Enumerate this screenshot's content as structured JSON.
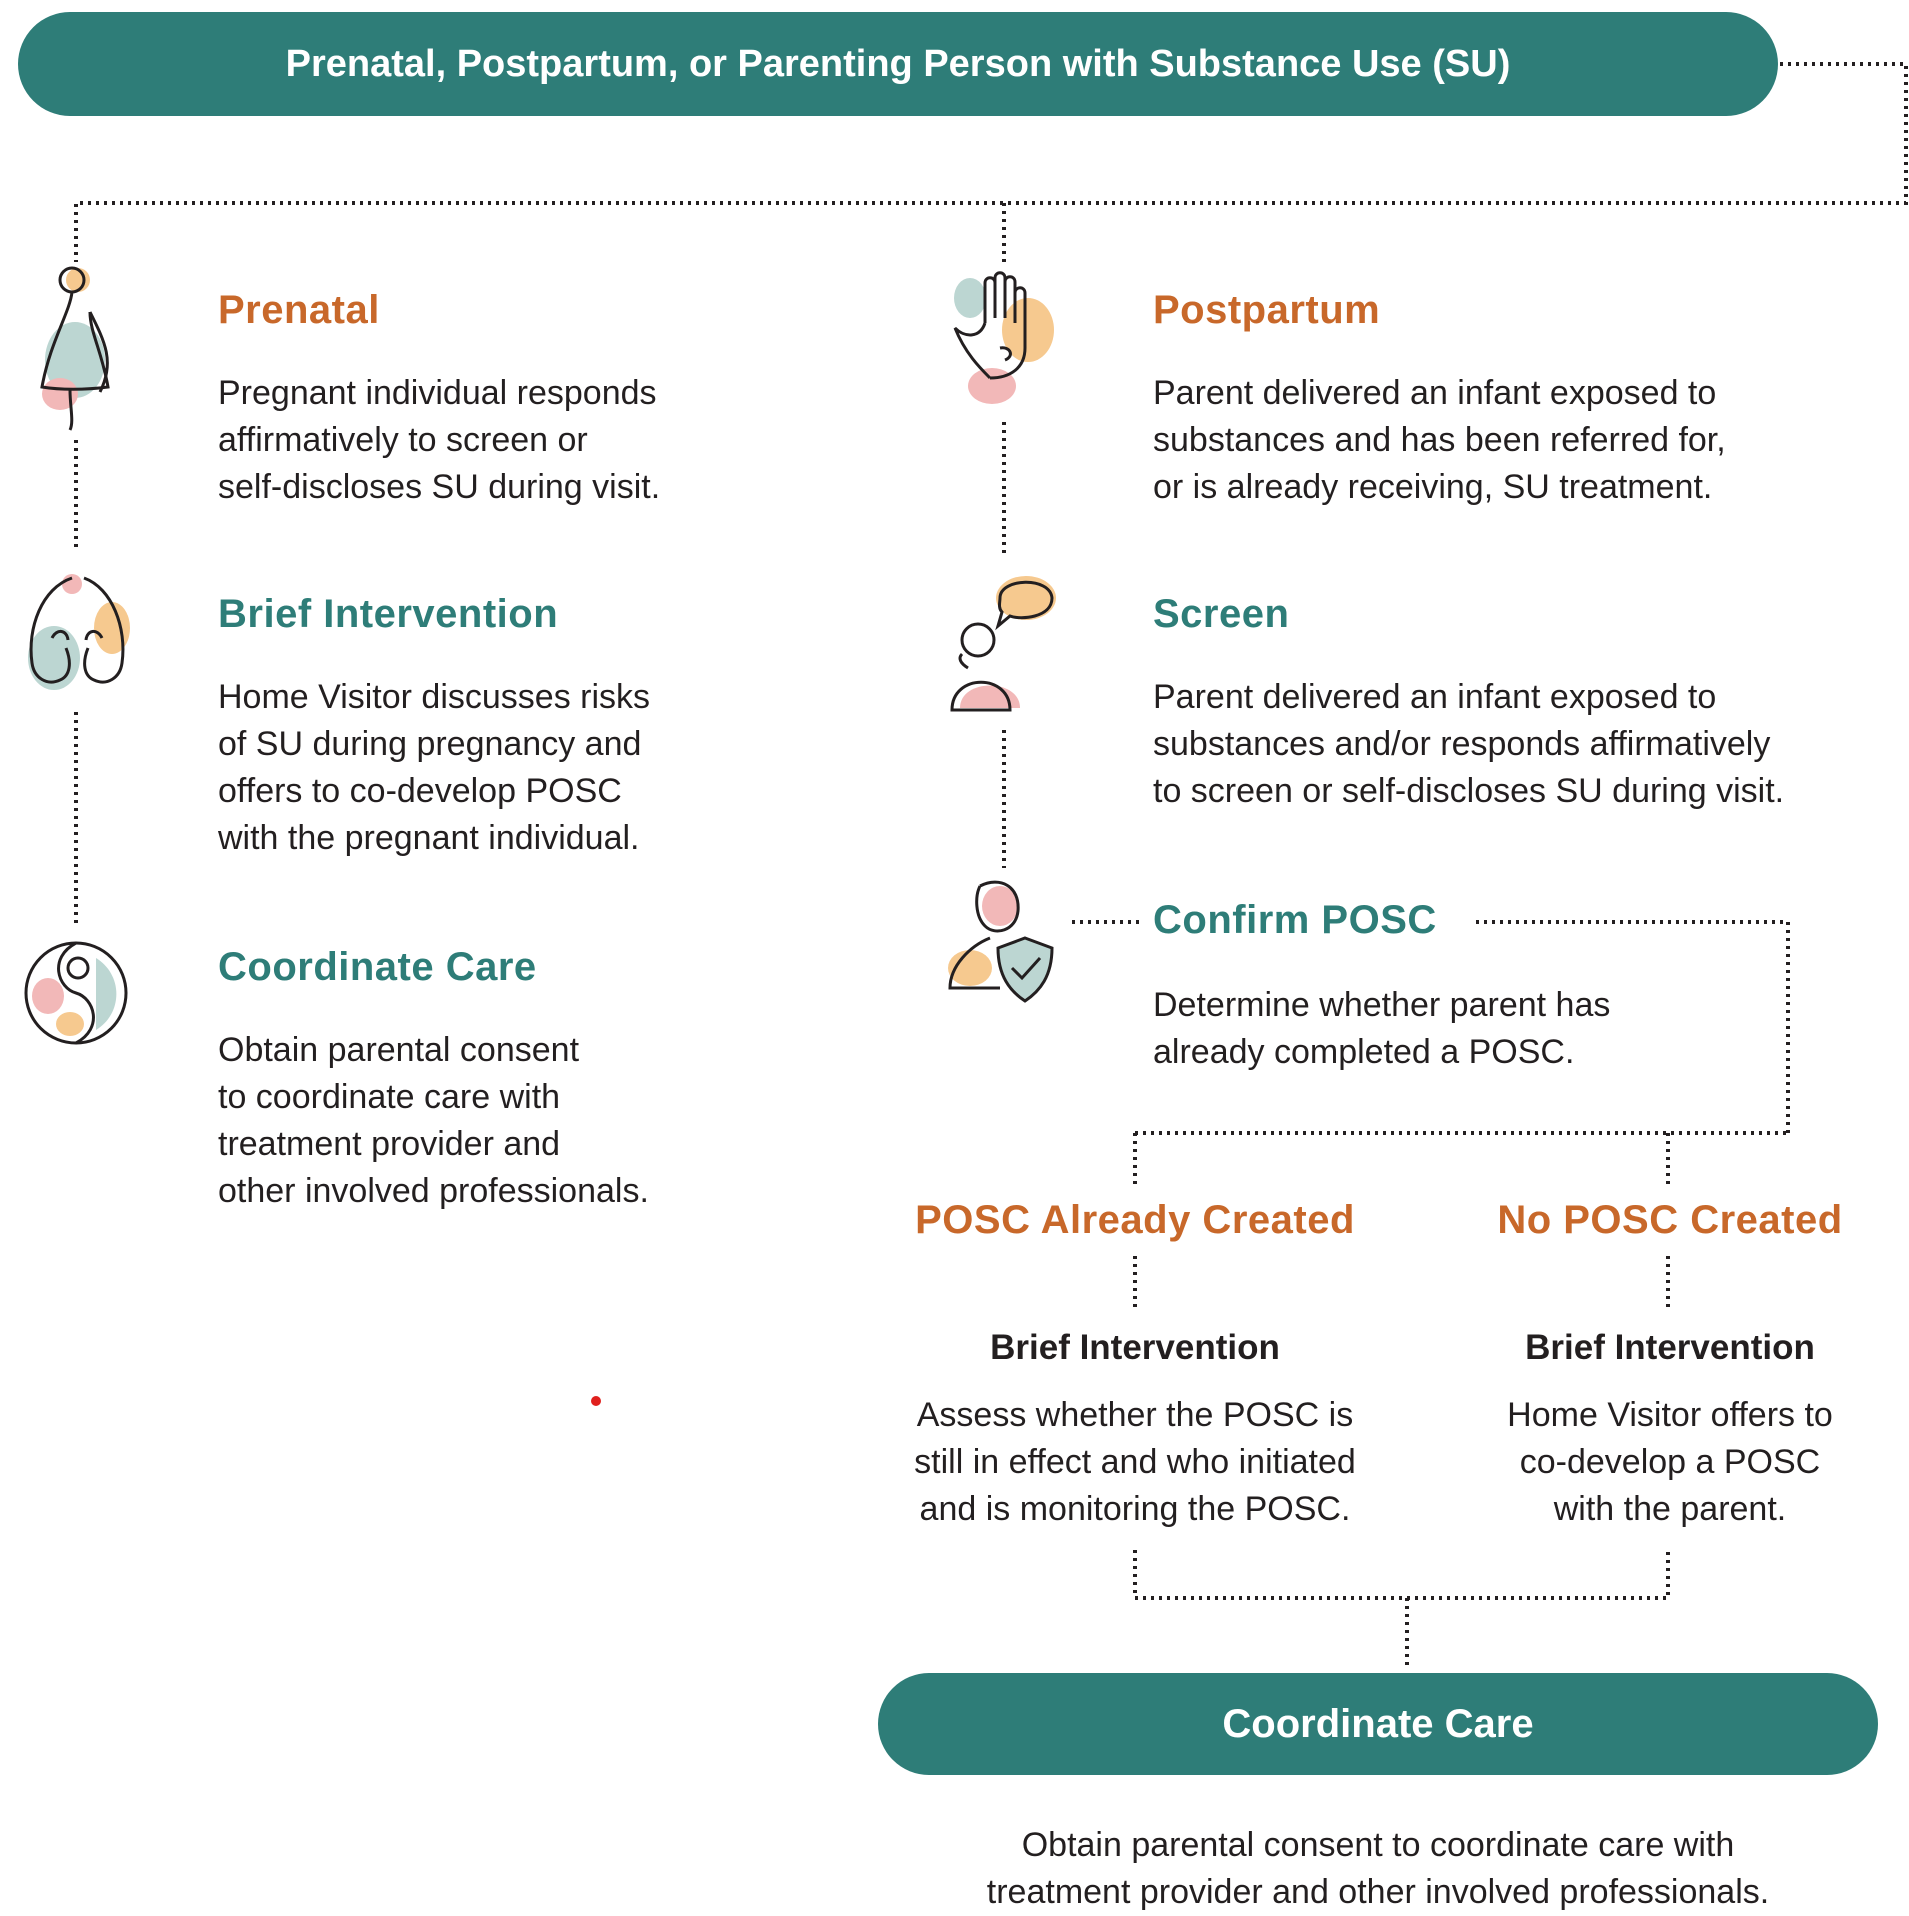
{
  "header": {
    "title": "Prenatal, Postpartum, or Parenting Person with Substance Use (SU)"
  },
  "left": {
    "prenatal": {
      "title": "Prenatal",
      "lines": [
        "Pregnant individual responds",
        "affirmatively to screen or",
        "self-discloses SU during visit."
      ]
    },
    "brief_intervention": {
      "title": "Brief Intervention",
      "lines": [
        "Home Visitor discusses risks",
        "of SU during pregnancy and",
        "offers to co-develop POSC",
        "with the pregnant individual."
      ]
    },
    "coordinate_care": {
      "title": "Coordinate Care",
      "lines": [
        "Obtain parental consent",
        "to coordinate care with",
        "treatment provider and",
        "other involved professionals."
      ]
    }
  },
  "right": {
    "postpartum": {
      "title": "Postpartum",
      "lines": [
        "Parent delivered an infant exposed to",
        "substances and has been referred for,",
        "or is already receiving, SU treatment."
      ]
    },
    "screen": {
      "title": "Screen",
      "lines": [
        "Parent delivered an infant exposed to",
        "substances and/or responds affirmatively",
        "to screen or self-discloses SU during visit."
      ]
    },
    "confirm_posc": {
      "title": "Confirm POSC",
      "lines": [
        "Determine whether parent has",
        "already completed a POSC."
      ]
    },
    "posc_already_created": {
      "title": "POSC Already Created",
      "subtitle": "Brief Intervention",
      "lines": [
        "Assess whether the POSC is",
        "still in effect and who initiated",
        "and is monitoring the POSC."
      ]
    },
    "no_posc_created": {
      "title": "No POSC Created",
      "subtitle": "Brief Intervention",
      "lines": [
        "Home Visitor offers to",
        "co-develop a POSC",
        "with the parent."
      ]
    },
    "coordinate_care": {
      "title": "Coordinate Care",
      "lines": [
        "Obtain parental consent to coordinate care with",
        "treatment provider and other involved professionals."
      ]
    }
  },
  "icons": {
    "prenatal": "pregnant-person-icon",
    "brief_intervention_left": "caring-hands-icon",
    "coordinate_care_left": "linked-circle-icon",
    "postpartum": "raised-hand-icon",
    "screen": "speech-bubble-person-icon",
    "confirm_posc": "person-shield-check-icon"
  },
  "colors": {
    "teal": "#2e7d78",
    "orange": "#c8682a",
    "peach": "#f6c98f",
    "pink": "#f2b8b8",
    "sage": "#bcd6d2"
  }
}
